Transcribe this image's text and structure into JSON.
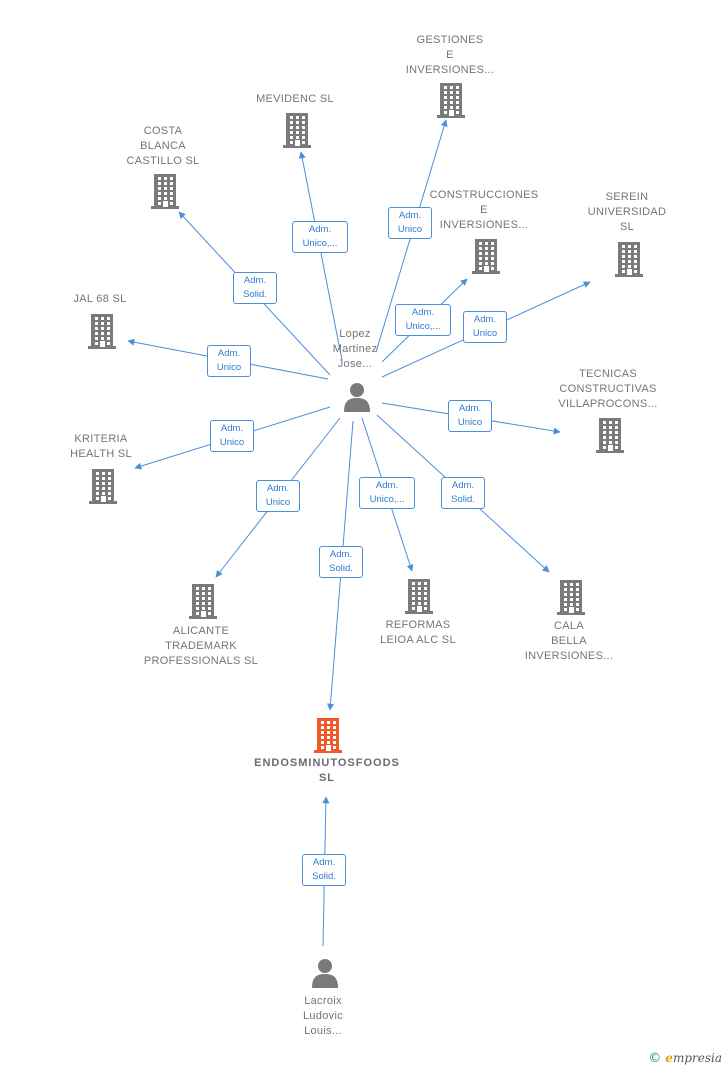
{
  "colors": {
    "edge": "#4a8fd8",
    "building": "#7a7a7a",
    "building_target": "#f05a28",
    "person": "#7a7a7a",
    "role_border": "#4a8fd8",
    "role_text": "#2f7ad0"
  },
  "nodes": [
    {
      "id": "lopez",
      "type": "person",
      "label": "Lopez\nMartinez\nJose..."
    },
    {
      "id": "gestiones",
      "type": "company",
      "label": "GESTIONES\nE\nINVERSIONES..."
    },
    {
      "id": "mevidenc",
      "type": "company",
      "label": "MEVIDENC  SL"
    },
    {
      "id": "costa",
      "type": "company",
      "label": "COSTA\nBLANCA\nCASTILLO  SL"
    },
    {
      "id": "construcciones",
      "type": "company",
      "label": "CONSTRUCCIONES\nE\nINVERSIONES..."
    },
    {
      "id": "serein",
      "type": "company",
      "label": "SEREIN\nUNIVERSIDAD\nSL"
    },
    {
      "id": "jal68",
      "type": "company",
      "label": "JAL 68  SL"
    },
    {
      "id": "tecnicas",
      "type": "company",
      "label": "TECNICAS\nCONSTRUCTIVAS\nVILLAPROCONS..."
    },
    {
      "id": "kriteria",
      "type": "company",
      "label": "KRITERIA\nHEALTH  SL"
    },
    {
      "id": "alicante",
      "type": "company",
      "label": "ALICANTE\nTRADEMARK\nPROFESSIONALS SL"
    },
    {
      "id": "reformas",
      "type": "company",
      "label": "REFORMAS\nLEIOA ALC  SL"
    },
    {
      "id": "cala",
      "type": "company",
      "label": "CALA\nBELLA\nINVERSIONES..."
    },
    {
      "id": "endos",
      "type": "company",
      "target": true,
      "label": "ENDOSMINUTOSFOODS\nSL"
    },
    {
      "id": "lacroix",
      "type": "person",
      "label": "Lacroix\nLudovic\nLouis..."
    }
  ],
  "edges": [
    {
      "from": "lopez",
      "to": "gestiones",
      "role": [
        "Adm.",
        "Unico"
      ]
    },
    {
      "from": "lopez",
      "to": "mevidenc",
      "role": [
        "Adm.",
        "Unico,..."
      ]
    },
    {
      "from": "lopez",
      "to": "costa",
      "role": [
        "Adm.",
        "Solid."
      ]
    },
    {
      "from": "lopez",
      "to": "construcciones",
      "role": [
        "Adm.",
        "Unico,..."
      ]
    },
    {
      "from": "lopez",
      "to": "serein",
      "role": [
        "Adm.",
        "Unico"
      ]
    },
    {
      "from": "lopez",
      "to": "jal68",
      "role": [
        "Adm.",
        "Unico"
      ]
    },
    {
      "from": "lopez",
      "to": "tecnicas",
      "role": [
        "Adm.",
        "Unico"
      ]
    },
    {
      "from": "lopez",
      "to": "kriteria",
      "role": [
        "Adm.",
        "Unico"
      ]
    },
    {
      "from": "lopez",
      "to": "alicante",
      "role": [
        "Adm.",
        "Unico"
      ]
    },
    {
      "from": "lopez",
      "to": "endos",
      "role": [
        "Adm.",
        "Solid."
      ]
    },
    {
      "from": "lopez",
      "to": "reformas",
      "role": [
        "Adm.",
        "Unico,..."
      ]
    },
    {
      "from": "lopez",
      "to": "cala",
      "role": [
        "Adm.",
        "Solid."
      ]
    },
    {
      "from": "lacroix",
      "to": "endos",
      "role": [
        "Adm.",
        "Solid."
      ]
    }
  ],
  "brand": {
    "copyright": "©",
    "initial": "e",
    "rest": "mpresia"
  }
}
